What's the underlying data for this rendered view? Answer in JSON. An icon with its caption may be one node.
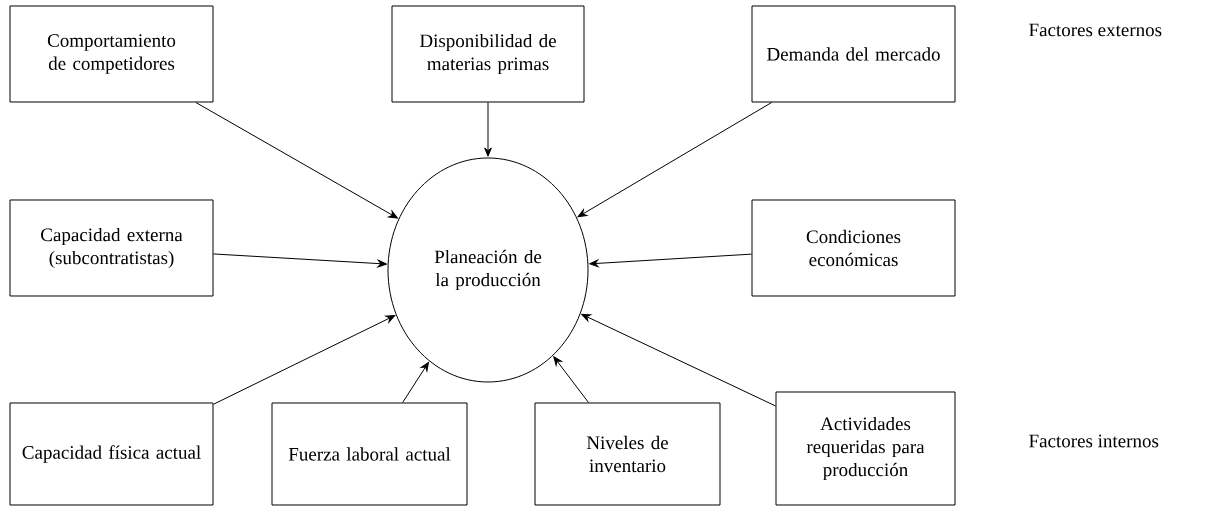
{
  "diagram": {
    "nodes": [
      {
        "text": [
          "Comportamiento de competidores"
        ]
      },
      {
        "text": [
          "Disponibilidad de materias primas"
        ]
      },
      {
        "text": [
          "Demanda del mercado"
        ]
      },
      {
        "text": [
          "Capacidad externa (subcontratistas)"
        ]
      },
      {
        "text": [
          "Planeación de la producción"
        ]
      },
      {
        "text": [
          "Condiciones económicas"
        ]
      },
      {
        "text": [
          "Capacidad física actual"
        ]
      },
      {
        "text": [
          "Fuerza laboral actual"
        ]
      },
      {
        "text": [
          "Niveles de inventario"
        ]
      },
      {
        "text": [
          "Actividades requeridas para producción"
        ]
      }
    ],
    "edges": [
      {
        "from": 0,
        "to": 4,
        "arrow": "to"
      },
      {
        "from": 1,
        "to": 4,
        "arrow": "to"
      },
      {
        "from": 2,
        "to": 4,
        "arrow": "to"
      },
      {
        "from": 3,
        "to": 4,
        "arrow": "to"
      },
      {
        "from": 5,
        "to": 4,
        "arrow": "to"
      },
      {
        "from": 6,
        "to": 4,
        "arrow": "to"
      },
      {
        "from": 7,
        "to": 4,
        "arrow": "to"
      },
      {
        "from": 8,
        "to": 4,
        "arrow": "to"
      },
      {
        "from": 9,
        "to": 4,
        "arrow": "to"
      }
    ],
    "labels": [
      "Factores externos",
      "Factores internos"
    ]
  }
}
